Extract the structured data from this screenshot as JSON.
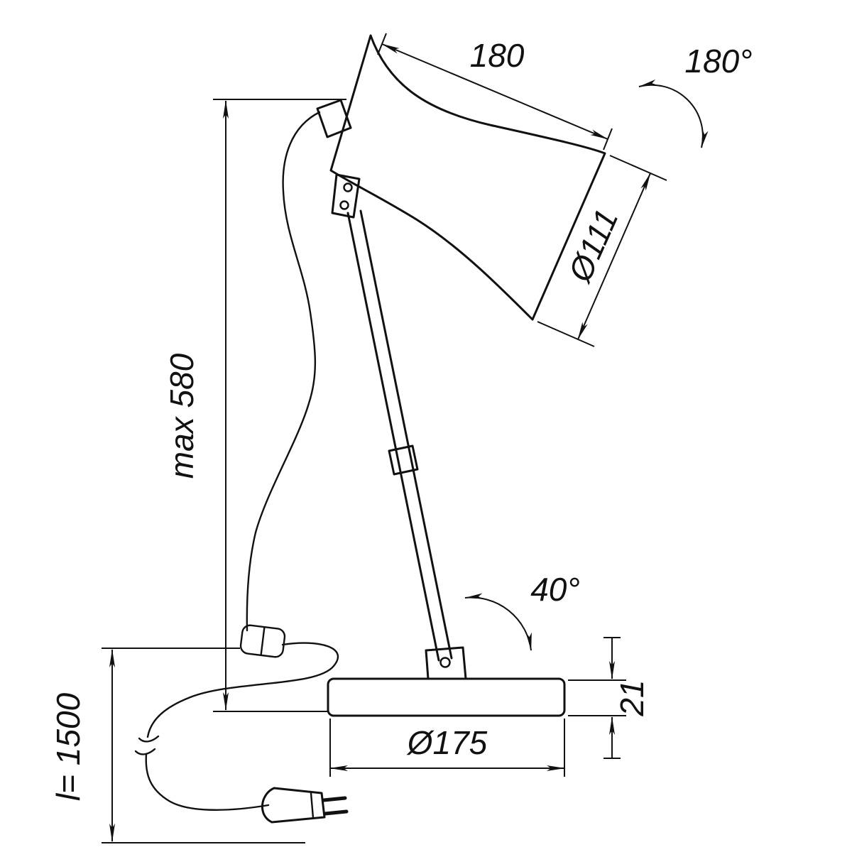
{
  "drawing": {
    "subject": "desk lamp technical dimension drawing",
    "colors": {
      "line": "#111111",
      "background": "#ffffff"
    },
    "dimensions": {
      "shade_length": "180",
      "shade_rotation_angle": "180°",
      "shade_diameter": "Ø111",
      "max_height": "max 580",
      "arm_tilt_angle": "40°",
      "base_thickness": "21",
      "base_diameter": "Ø175",
      "cable_length": "l= 1500"
    }
  }
}
